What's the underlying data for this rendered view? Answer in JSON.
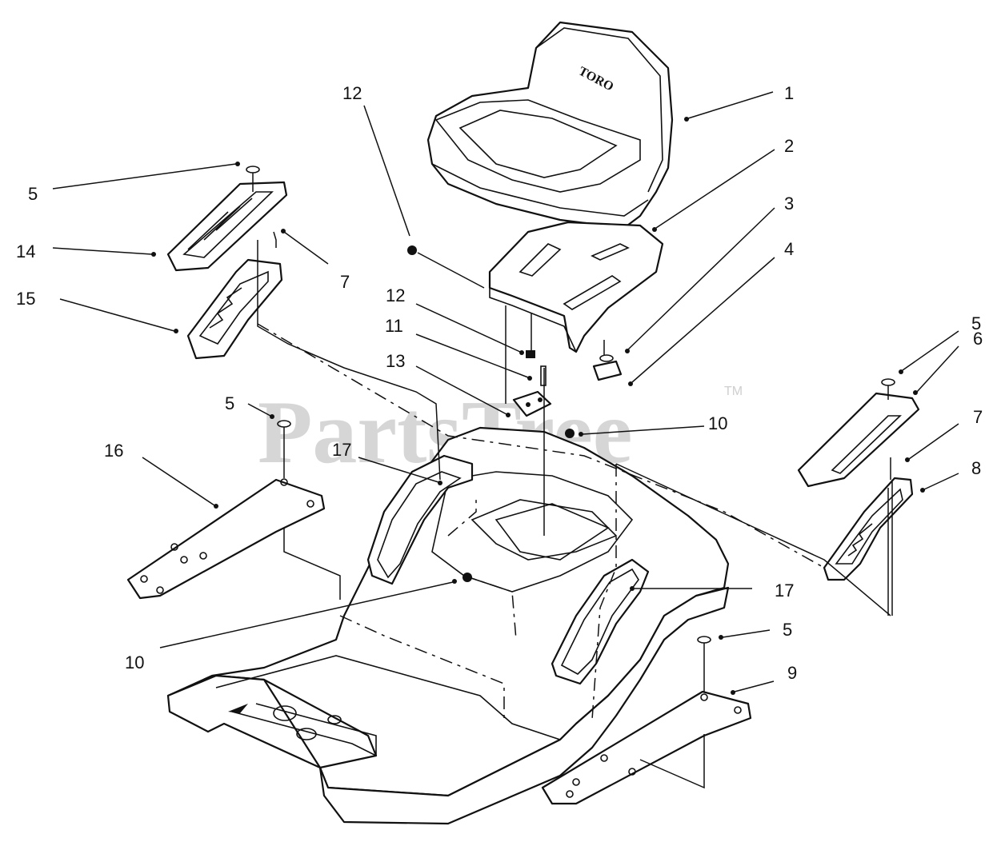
{
  "watermark": {
    "text": "PartsTree",
    "tm": "TM"
  },
  "seat_logo": "TORO",
  "callouts": [
    {
      "id": "c1",
      "label": "1"
    },
    {
      "id": "c2",
      "label": "2"
    },
    {
      "id": "c3",
      "label": "3"
    },
    {
      "id": "c4",
      "label": "4"
    },
    {
      "id": "c5a",
      "label": "5"
    },
    {
      "id": "c5b",
      "label": "5"
    },
    {
      "id": "c5c",
      "label": "5"
    },
    {
      "id": "c5d",
      "label": "5"
    },
    {
      "id": "c6",
      "label": "6"
    },
    {
      "id": "c7a",
      "label": "7"
    },
    {
      "id": "c7b",
      "label": "7"
    },
    {
      "id": "c8",
      "label": "8"
    },
    {
      "id": "c9",
      "label": "9"
    },
    {
      "id": "c10a",
      "label": "10"
    },
    {
      "id": "c10b",
      "label": "10"
    },
    {
      "id": "c11",
      "label": "11"
    },
    {
      "id": "c12a",
      "label": "12"
    },
    {
      "id": "c12b",
      "label": "12"
    },
    {
      "id": "c13",
      "label": "13"
    },
    {
      "id": "c14",
      "label": "14"
    },
    {
      "id": "c15",
      "label": "15"
    },
    {
      "id": "c16",
      "label": "16"
    },
    {
      "id": "c17a",
      "label": "17"
    },
    {
      "id": "c17b",
      "label": "17"
    }
  ]
}
